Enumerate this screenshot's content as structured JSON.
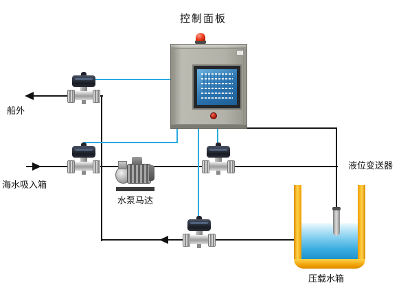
{
  "diagram": {
    "labels": {
      "control_panel": "控制面板",
      "overboard": "船外",
      "sea_suction_box": "海水吸入箱",
      "pump_motor": "水泵马达",
      "level_transmitter": "液位变送器",
      "ballast_tank": "压载水箱"
    },
    "colors": {
      "signal_cable_blue": "#29abe2",
      "pipe_black": "#161616",
      "tank_yellow": "#f5a400",
      "water_blue": "#2ea9dd",
      "panel_gray": "#b2b1a8",
      "screen_blue": "#2a72ae",
      "beacon_red": "#e53212",
      "button_red": "#b01708"
    }
  }
}
